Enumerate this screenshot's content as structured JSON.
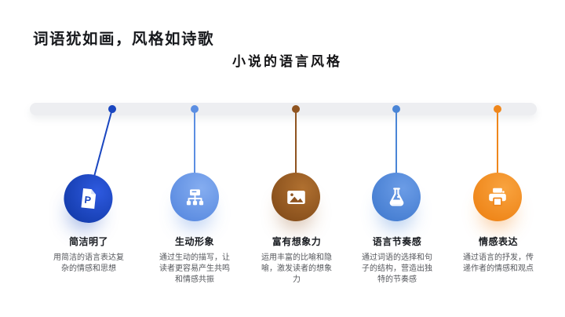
{
  "slide": {
    "title": "词语犹如画，风格如诗歌",
    "subtitle": "小说的语言风格",
    "title_color": "#17191d",
    "subtitle_color": "#141416",
    "background_color": "#ffffff"
  },
  "timeline": {
    "bar_color": "#edeef1",
    "items": [
      {
        "heading": "简洁明了",
        "description": "用简洁的语言表达复杂的情感和思想",
        "icon": "document-p-icon",
        "icon_letter": "P",
        "circle_light": "#2e5ae0",
        "circle_dark": "#0e35a0",
        "accent": "#1a46c0",
        "glow": "rgba(20,70,190,0.38)"
      },
      {
        "heading": "生动形象",
        "description": "通过生动的描写，让读者更容易产生共鸣和情感共振",
        "icon": "sitemap-icon",
        "circle_light": "#85adf0",
        "circle_dark": "#5083dd",
        "accent": "#5b8ee2",
        "glow": "rgba(90,140,225,0.42)"
      },
      {
        "heading": "富有想象力",
        "description": "运用丰富的比喻和隐喻，激发读者的想象力",
        "icon": "image-icon",
        "circle_light": "#b07030",
        "circle_dark": "#7c4616",
        "accent": "#8f5420",
        "glow": "rgba(150,90,40,0.38)"
      },
      {
        "heading": "语言节奏感",
        "description": "通过词语的选择和句子的结构，营造出独特的节奏感",
        "icon": "flask-icon",
        "circle_light": "#6b9ce6",
        "circle_dark": "#3c76cc",
        "accent": "#4a85d6",
        "glow": "rgba(70,130,215,0.42)"
      },
      {
        "heading": "情感表达",
        "description": "通过语言的抒发，传递作者的情感和观点",
        "icon": "printer-icon",
        "circle_light": "#f8a33f",
        "circle_dark": "#ec7d0e",
        "accent": "#ef861b",
        "glow": "rgba(240,135,30,0.42)"
      }
    ]
  }
}
